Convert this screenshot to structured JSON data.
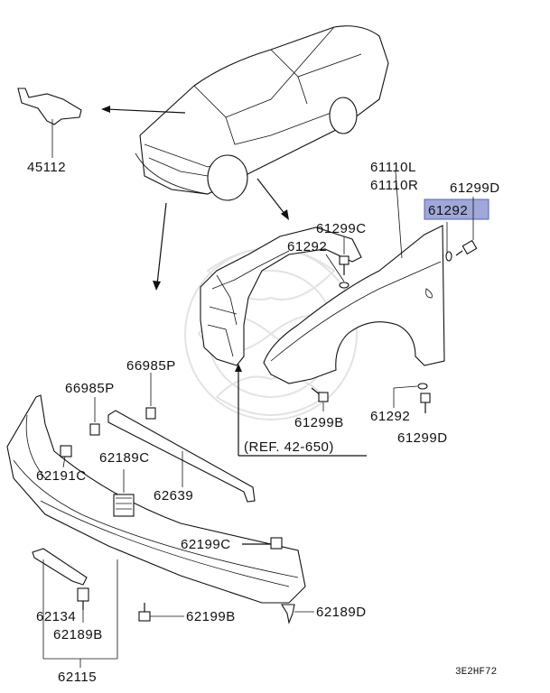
{
  "labels": {
    "p45112": "45112",
    "p61110l": "61110L",
    "p61110r": "61110R",
    "p61299d_top": "61299D",
    "p61292_hl": "61292",
    "p61299c": "61299C",
    "p61292_mid": "61292",
    "p66985p_r": "66985P",
    "p66985p_l": "66985P",
    "p62191c": "62191C",
    "p62189c": "62189C",
    "p62639": "62639",
    "p61299b": "61299B",
    "p61292_low": "61292",
    "p61299d_low": "61299D",
    "ref": "(REF. 42-650)",
    "p62199c": "62199C",
    "p62134": "62134",
    "p62189b": "62189B",
    "p62199b": "62199B",
    "p62189d": "62189D",
    "p62115": "62115",
    "code": "3E2HF72"
  },
  "colors": {
    "highlight": "#9fa8d8",
    "line": "#111111"
  }
}
